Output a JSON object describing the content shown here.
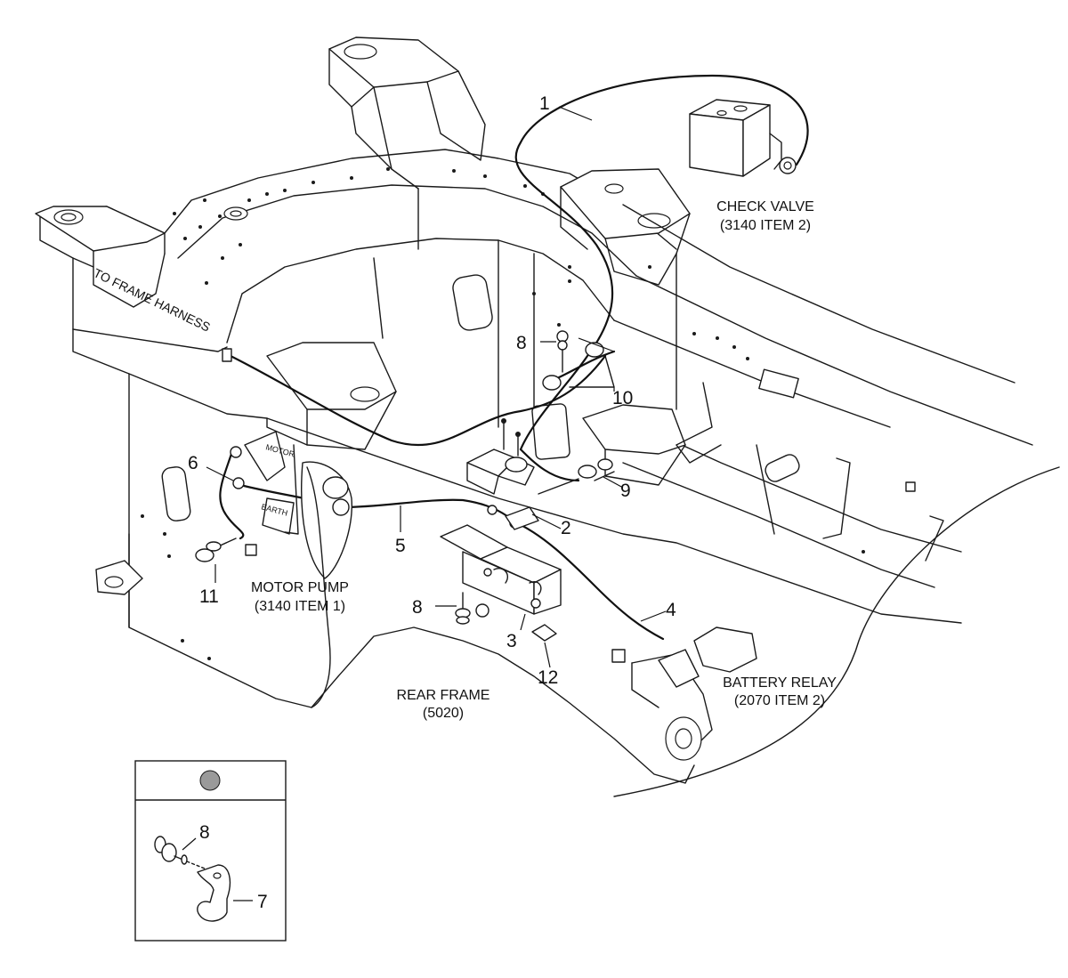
{
  "callouts": {
    "item_1": "1",
    "item_2": "2",
    "item_3": "3",
    "item_4": "4",
    "item_5": "5",
    "item_6": "6",
    "item_7": "7",
    "item_8_top": "8",
    "item_8_mid": "8",
    "item_8_inset": "8",
    "item_9": "9",
    "item_10": "10",
    "item_11": "11",
    "item_12": "12"
  },
  "labels": {
    "check_valve": {
      "line1": "CHECK VALVE",
      "line2": "(3140 ITEM 2)"
    },
    "motor_pump": {
      "line1": "MOTOR PUMP",
      "line2": "(3140 ITEM 1)"
    },
    "battery_relay": {
      "line1": "BATTERY RELAY",
      "line2": "(2070 ITEM 2)"
    },
    "rear_frame": {
      "line1": "REAR FRAME",
      "line2": "(5020)"
    },
    "to_frame_harness": "TO FRAME HARNESS",
    "motor_tag": "MOTOR",
    "earth_tag": "EARTH"
  }
}
